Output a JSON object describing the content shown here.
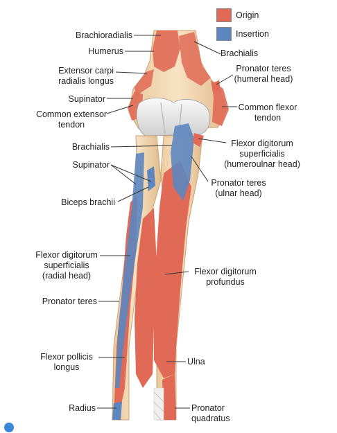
{
  "legend": {
    "origin_label": "Origin",
    "origin_color": "#e06a55",
    "insertion_label": "Insertion",
    "insertion_color": "#5d86c0"
  },
  "labels": {
    "brachioradialis": "Brachioradialis",
    "humerus": "Humerus",
    "extensor_carpi_1": "Extensor carpi",
    "extensor_carpi_2": "radialis longus",
    "supinator_top": "Supinator",
    "common_extensor_1": "Common extensor",
    "common_extensor_2": "tendon",
    "brachialis_left": "Brachialis",
    "supinator_mid": "Supinator",
    "biceps_brachii": "Biceps brachii",
    "fds_radial_1": "Flexor digitorum",
    "fds_radial_2": "superficialis",
    "fds_radial_3": "(radial head)",
    "pronator_teres_left": "Pronator teres",
    "fpl_1": "Flexor pollicis",
    "fpl_2": "longus",
    "radius": "Radius",
    "brachialis_right": "Brachialis",
    "pt_humeral_1": "Pronator teres",
    "pt_humeral_2": "(humeral head)",
    "common_flexor_1": "Common flexor",
    "common_flexor_2": "tendon",
    "fds_hu_1": "Flexor digitorum",
    "fds_hu_2": "superficialis",
    "fds_hu_3": "(humeroulnar head)",
    "pt_ulnar_1": "Pronator teres",
    "pt_ulnar_2": "(ulnar head)",
    "fdp_1": "Flexor digitorum",
    "fdp_2": "profundus",
    "ulna": "Ulna",
    "pq_1": "Pronator",
    "pq_2": "quadratus"
  }
}
